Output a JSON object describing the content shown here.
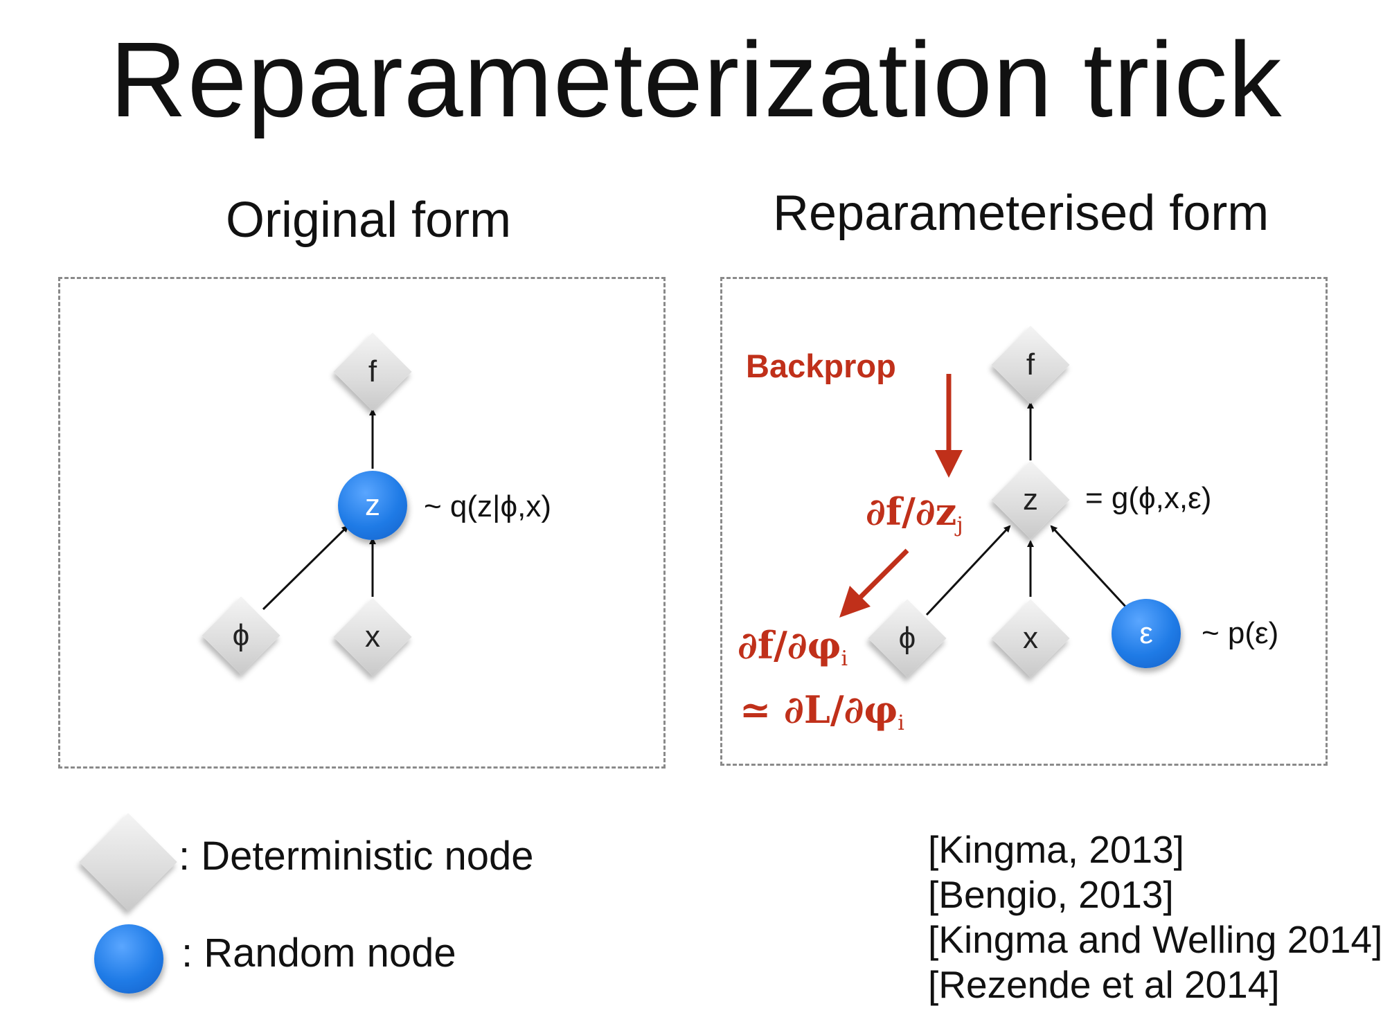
{
  "title": "Reparameterization trick",
  "left_panel": {
    "heading": "Original form",
    "nodes": {
      "f": "f",
      "z": "z",
      "phi": "ϕ",
      "x": "x"
    },
    "z_distribution": "~ q(z|ϕ,x)"
  },
  "right_panel": {
    "heading": "Reparameterised form",
    "nodes": {
      "f": "f",
      "z": "z",
      "phi": "ϕ",
      "x": "x",
      "eps": "ε"
    },
    "z_function": "= g(ϕ,x,ε)",
    "eps_distribution": "~ p(ε)",
    "backprop_label": "Backprop",
    "grad_z": {
      "main": "∂f/∂z",
      "sub": "j"
    },
    "grad_phi": {
      "main": "∂f/∂φ",
      "sub": "i"
    },
    "grad_L": {
      "main": "≃ ∂L/∂φ",
      "sub": "i"
    }
  },
  "legend": {
    "deterministic": ": Deterministic node",
    "random": ": Random node"
  },
  "references": [
    "[Kingma, 2013]",
    "[Bengio, 2013]",
    "[Kingma and Welling 2014]",
    "[Rezende et al 2014]"
  ],
  "colors": {
    "accent_red": "#c0301a",
    "random_node_blue": "#1f7be6",
    "dash_border": "#8a8a8a"
  }
}
